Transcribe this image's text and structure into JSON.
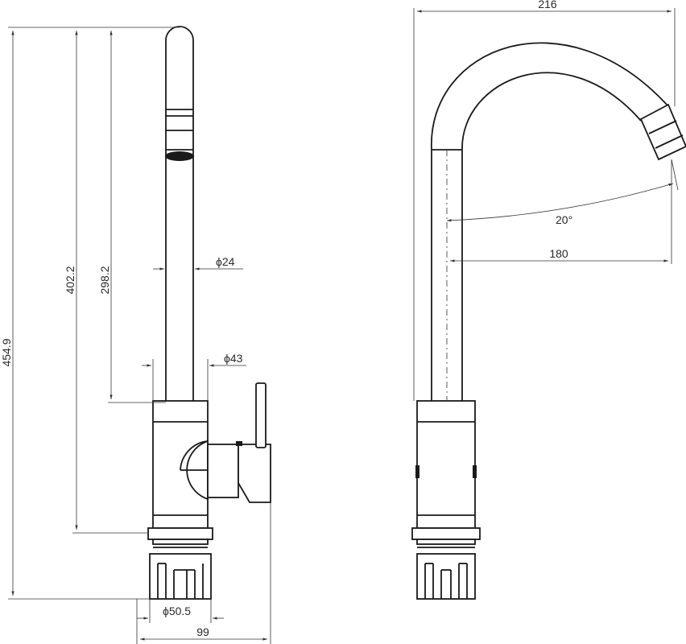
{
  "dimensions": {
    "total_height": "454.9",
    "outlet_height": "402.2",
    "spout_height": "298.2",
    "spout_diameter": "ϕ24",
    "body_diameter": "ϕ43",
    "base_diameter": "ϕ50.5",
    "depth": "99",
    "arc_width": "216",
    "reach": "180",
    "swivel_angle": "20°"
  }
}
